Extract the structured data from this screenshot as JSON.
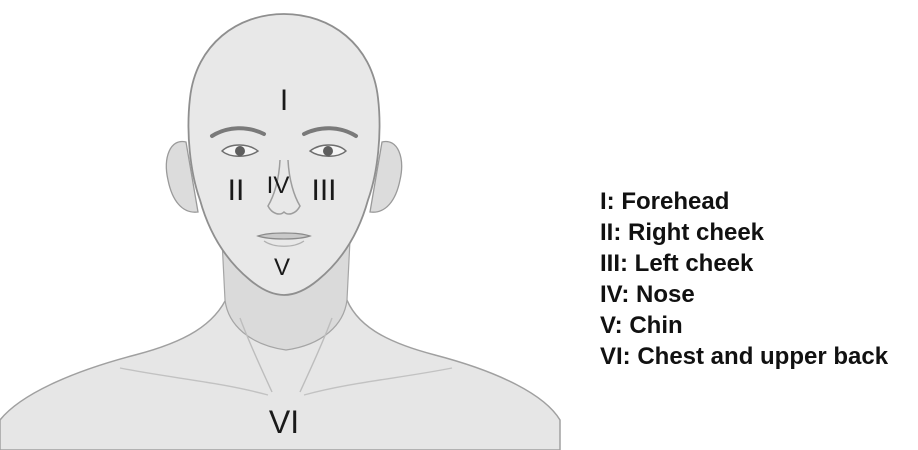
{
  "regions": {
    "forehead": "I",
    "right_cheek": "II",
    "nose": "IV",
    "left_cheek": "III",
    "chin": "V",
    "chest_upper_back": "VI"
  },
  "legend": [
    "I: Forehead",
    "II: Right cheek",
    "III: Left cheek",
    "IV: Nose",
    "V: Chin",
    "VI: Chest and upper back"
  ],
  "colors": {
    "skin": "#e4e4e4",
    "skin_shadow": "#cfcfcf",
    "outline": "#9a9a9a",
    "feature": "#6e6e6e",
    "text": "#111111"
  }
}
